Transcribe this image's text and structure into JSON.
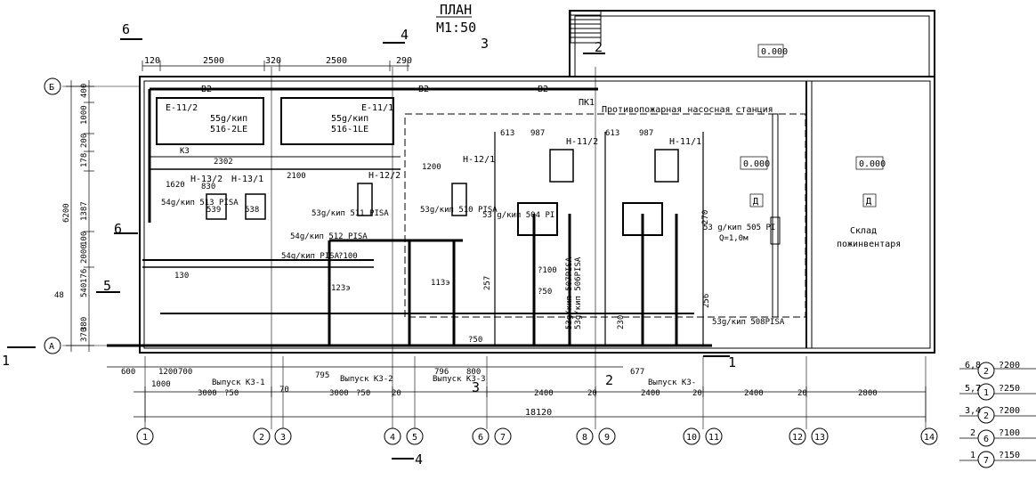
{
  "title": "ПЛАН",
  "scale": "М1:50",
  "rooms": {
    "pump_station": "Противопожарная насосная станция",
    "store_line1": "Склад",
    "store_line2": "пожинвентаря",
    "door_mark": "Д",
    "level_mark": "0.000"
  },
  "section_marks": [
    "1",
    "2",
    "3",
    "4",
    "5",
    "6"
  ],
  "axes_rows": [
    "Б",
    "А"
  ],
  "axes_cols": [
    "1",
    "2",
    "3",
    "4",
    "5",
    "6",
    "7",
    "8",
    "9",
    "10",
    "11",
    "12",
    "13",
    "14"
  ],
  "dims_top": [
    "120",
    "2500",
    "320",
    "2500",
    "290"
  ],
  "dims_left": [
    "400",
    "1000",
    "200",
    "178",
    "1387",
    "6200",
    "2000",
    "100",
    "176",
    "540",
    "48",
    "370",
    "380"
  ],
  "dims_bottom_row1": [
    "600",
    "1200",
    "1000",
    "3000",
    "?50",
    "70",
    "3000",
    "?50",
    "20",
    "2400",
    "20",
    "2400",
    "20",
    "2400",
    "20",
    "2800"
  ],
  "dims_total": "18120",
  "tanks": [
    {
      "mark": "Е-11/2",
      "cap": "55g/кип",
      "code": "516-2LE"
    },
    {
      "mark": "Е-11/1",
      "cap": "55g/кип",
      "code": "516-1LE"
    }
  ],
  "pumps": [
    "Н-13/2",
    "Н-13/1",
    "Н-12/2",
    "Н-12/1",
    "Н-11/2",
    "Н-11/1"
  ],
  "instrument_tags": [
    "54g/кип 513 PISA",
    "53g/кип 511 PISA",
    "53g/кип 510 PISA",
    "54g/кип 512 PISA",
    "54g/кип PISA",
    "53 g/кип 504 PI",
    "53 g/кип 505 PI",
    "53g/кип 506PISA",
    "53g/кип 507PISA",
    "53g/кип 508PISA",
    "539",
    "538",
    "ПК1",
    "Q=1,0м"
  ],
  "pipe_marks": [
    "В2",
    "В2",
    "В2",
    "К3"
  ],
  "outlets": [
    "Выпуск К3-1",
    "Выпуск К3-2",
    "Выпуск К3-3",
    "Выпуск К3-"
  ],
  "legend": [
    {
      "nums": "6,8",
      "circle": "2",
      "dia": "?200"
    },
    {
      "nums": "5,7",
      "circle": "1",
      "dia": "?250"
    },
    {
      "nums": "3,4",
      "circle": "2",
      "dia": "?200"
    },
    {
      "nums": "2",
      "circle": "6",
      "dia": "?100"
    },
    {
      "nums": "1",
      "circle": "7",
      "dia": "?150"
    }
  ],
  "misc_labels": [
    "2302",
    "2100",
    "1620",
    "830",
    "1200",
    "613",
    "987",
    "613",
    "987",
    "?100",
    "?100",
    "?50",
    "?50",
    "123э",
    "113э",
    "130",
    "795",
    "796",
    "800",
    "677",
    "700",
    "230",
    "270",
    "256",
    "257"
  ]
}
